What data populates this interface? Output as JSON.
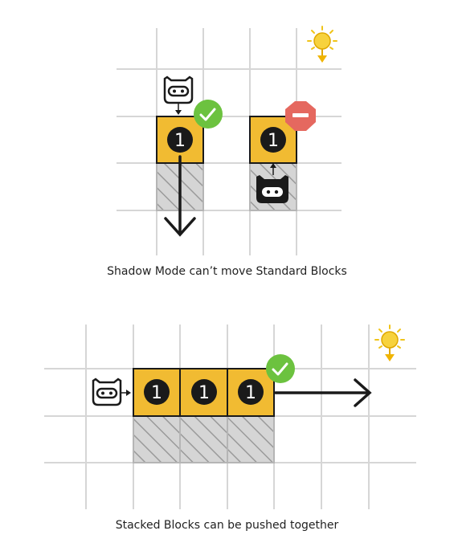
{
  "panels": [
    {
      "caption": "Shadow Mode can’t move Standard Blocks",
      "blocks": [
        {
          "number": "1",
          "state": "allowed"
        },
        {
          "number": "1",
          "state": "blocked"
        }
      ]
    },
    {
      "caption": "Stacked Blocks can be pushed together",
      "blocks": [
        {
          "number": "1",
          "state": "stacked"
        },
        {
          "number": "1",
          "state": "stacked"
        },
        {
          "number": "1",
          "state": "stacked"
        }
      ]
    }
  ],
  "colors": {
    "grid": "#d6d6d6",
    "block_fill": "#f1bb32",
    "block_border": "#1a1a1a",
    "number_badge": "#1a1a1a",
    "number_text": "#ffffff",
    "check_badge": "#6cc23f",
    "stop_badge": "#e5685f",
    "shadow_fill": "#d5d5d5",
    "sun": "#f0c419"
  },
  "icons": [
    "robot-icon",
    "check-badge-icon",
    "stop-sign-icon",
    "sun-light-icon",
    "arrow-icon"
  ]
}
